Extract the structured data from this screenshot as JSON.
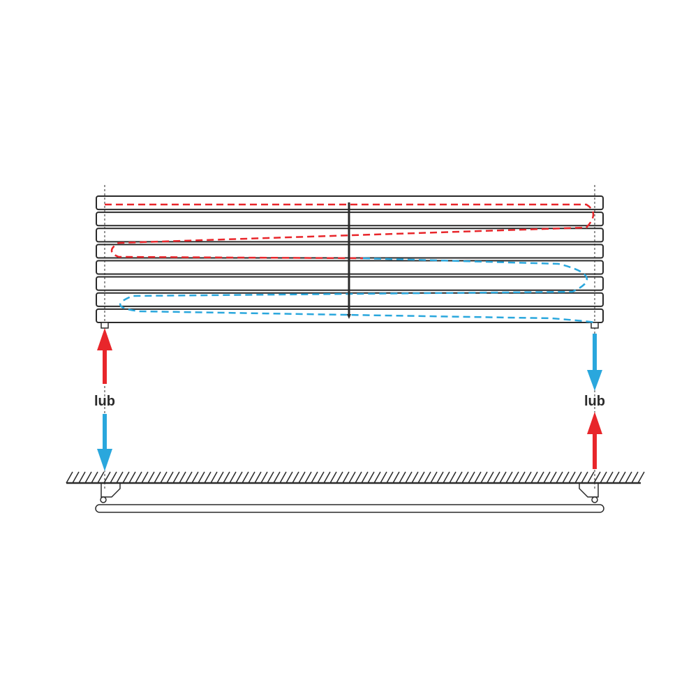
{
  "labels": {
    "left": "lub",
    "right": "lub"
  },
  "radiator": {
    "tube_count": 8
  },
  "colors": {
    "outline": "#2a2a2a",
    "supply_hot": "#e8262b",
    "return_cold": "#2aa7dd",
    "background": "#ffffff"
  },
  "icons": {
    "left_up": "up-arrow-icon",
    "left_down": "down-arrow-icon",
    "right_down": "down-arrow-icon",
    "right_up": "up-arrow-icon"
  }
}
